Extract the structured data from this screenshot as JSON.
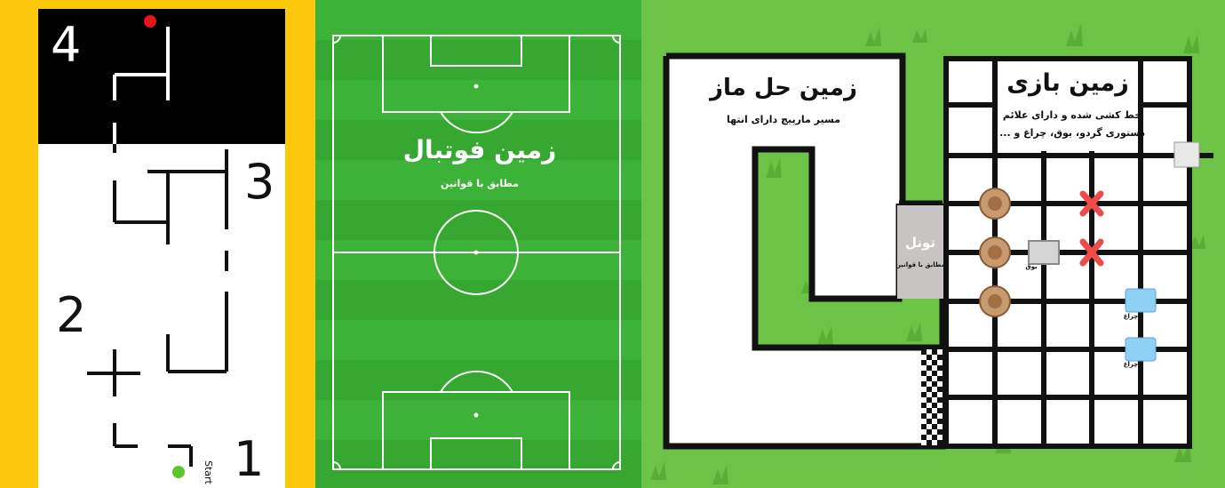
{
  "maze": {
    "numbers": [
      "4",
      "3",
      "2",
      "1"
    ],
    "start_label": "Start",
    "colors": {
      "frame": "#fdc70c",
      "finish_dot": "#e3161b",
      "start_dot": "#5cc62b"
    }
  },
  "football": {
    "title": "زمین فوتبال",
    "subtitle": "مطابق با قوانین",
    "colors": {
      "grass": "#36a832",
      "lines": "#ffffff"
    }
  },
  "game": {
    "maze_title": "زمین حل ماز",
    "maze_subtitle": "مسیر مارپیچ دارای انتها",
    "game_title": "زمین بازی",
    "game_subtitle_1": "خط کشی شده و دارای علائم",
    "game_subtitle_2": "دستوری گردو، بوق، چراغ و ...",
    "tunnel_title": "تونل",
    "tunnel_subtitle": "مطابق با قوانین",
    "horn_label": "بوق",
    "light_label_1": "چراغ",
    "light_label_2": "چراغ",
    "colors": {
      "grass": "#6dc346",
      "tunnel": "#c9c4c4",
      "x_mark": "#ee4b4b",
      "light": "#8fd0f5"
    }
  }
}
